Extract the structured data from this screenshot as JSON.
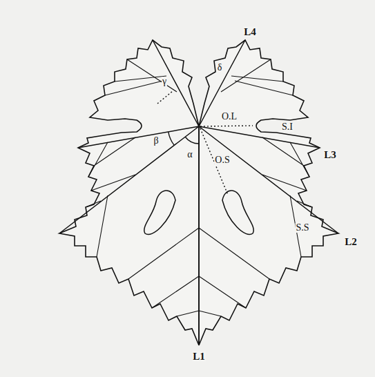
{
  "diagram": {
    "labels": [
      "L4",
      "δ",
      "γ",
      "β",
      "α",
      "O.L",
      "S.I",
      "O.S",
      "S.S",
      "L3",
      "L2",
      "L1"
    ]
  }
}
